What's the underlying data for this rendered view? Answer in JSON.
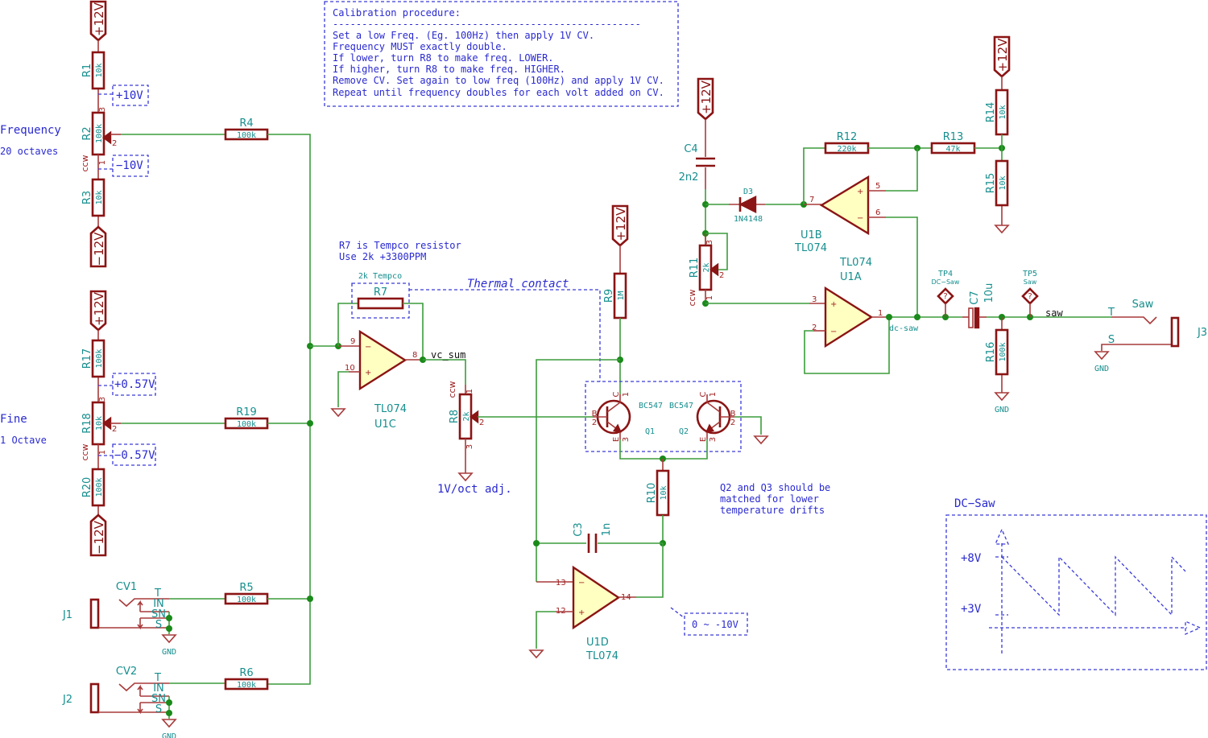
{
  "colors": {
    "wire": "#3c9c3c",
    "component": "#8b1414",
    "opamp_fill": "#ffffc2",
    "reference_text": "#168e8e",
    "note_text": "#2a2ad0"
  },
  "power": {
    "pos": "+12V",
    "neg": "−12V",
    "gnd": "GND"
  },
  "symbols": {
    "plus": "+",
    "minus": "−"
  },
  "pot_ccw": "ccw",
  "controls": {
    "frequency": "Frequency",
    "frequency_range": "20 octaves",
    "fine": "Fine",
    "fine_range": "1 Octave"
  },
  "voltage_labels": {
    "p10": "+10V",
    "m10": "−10V",
    "p057": "+0.57V",
    "m057": "−0.57V"
  },
  "nets": {
    "vc_sum": "vc_sum",
    "dc_saw": "dc-saw",
    "saw": "saw"
  },
  "notes": {
    "calibration": [
      "Calibration procedure:",
      "-----------------------------------------------------",
      "Set a low Freq. (Eg. 100Hz) then apply 1V CV.",
      "Frequency MUST exactly double.",
      "If lower, turn R8 to make freq. LOWER.",
      "If higher, turn R8 to make freq. HIGHER.",
      "Remove CV. Set again to low freq (100Hz) and apply 1V CV.",
      "Repeat until frequency doubles for each volt added on CV."
    ],
    "tempco": [
      "R7 is Tempco resistor",
      "Use 2k +3300PPM"
    ],
    "tempco_box": "2k Tempco",
    "thermal": "Thermal contact",
    "matching": [
      "Q2 and Q3 should be",
      "matched for lower",
      "temperature drifts"
    ],
    "voct": "1V/oct adj.",
    "range": "0 ~ -10V"
  },
  "components": {
    "R1": {
      "ref": "R1",
      "value": "10k"
    },
    "R2": {
      "ref": "R2",
      "value": "100k",
      "pins": [
        "3",
        "2",
        "1"
      ]
    },
    "R3": {
      "ref": "R3",
      "value": "10k"
    },
    "R4": {
      "ref": "R4",
      "value": "100k"
    },
    "R5": {
      "ref": "R5",
      "value": "100k"
    },
    "R6": {
      "ref": "R6",
      "value": "100k"
    },
    "R7": {
      "ref": "R7",
      "value": ""
    },
    "R8": {
      "ref": "R8",
      "value": "2k",
      "pins": [
        "1",
        "2",
        "3"
      ]
    },
    "R9": {
      "ref": "R9",
      "value": "1M"
    },
    "R10": {
      "ref": "R10",
      "value": "10k"
    },
    "R11": {
      "ref": "R11",
      "value": "2k",
      "pins": [
        "3",
        "2",
        "1"
      ]
    },
    "R12": {
      "ref": "R12",
      "value": "220k"
    },
    "R13": {
      "ref": "R13",
      "value": "47k"
    },
    "R14": {
      "ref": "R14",
      "value": "10k"
    },
    "R15": {
      "ref": "R15",
      "value": "10k"
    },
    "R16": {
      "ref": "R16",
      "value": "100k"
    },
    "R17": {
      "ref": "R17",
      "value": "100k"
    },
    "R18": {
      "ref": "R18",
      "value": "10k",
      "pins": [
        "3",
        "2",
        "1"
      ]
    },
    "R19": {
      "ref": "R19",
      "value": "100k"
    },
    "R20": {
      "ref": "R20",
      "value": "100k"
    },
    "C3": {
      "ref": "C3",
      "value": "1n"
    },
    "C4": {
      "ref": "C4",
      "value": "2n2"
    },
    "C7": {
      "ref": "C7",
      "value": "10u"
    },
    "D3": {
      "ref": "D3",
      "value": "1N4148"
    },
    "Q1": {
      "ref": "Q1",
      "value": "BC547",
      "pins": [
        "C",
        "1",
        "B",
        "2",
        "E",
        "3"
      ]
    },
    "Q2": {
      "ref": "Q2",
      "value": "BC547",
      "pins": [
        "C",
        "1",
        "B",
        "2",
        "E",
        "3"
      ]
    },
    "U1A": {
      "ref": "U1A",
      "value": "TL074",
      "pins": [
        "3",
        "2",
        "1"
      ]
    },
    "U1B": {
      "ref": "U1B",
      "value": "TL074",
      "pins": [
        "5",
        "6",
        "7"
      ]
    },
    "U1C": {
      "ref": "U1C",
      "value": "TL074",
      "pins": [
        "9",
        "10",
        "8"
      ]
    },
    "U1D": {
      "ref": "U1D",
      "value": "TL074",
      "pins": [
        "13",
        "12",
        "14"
      ]
    },
    "J1": {
      "ref": "J1",
      "value": "CV1",
      "pins": [
        "T",
        "IN",
        "SN",
        "S"
      ]
    },
    "J2": {
      "ref": "J2",
      "value": "CV2",
      "pins": [
        "T",
        "IN",
        "SN",
        "S"
      ]
    },
    "J3": {
      "ref": "J3",
      "value": "Saw",
      "pins": [
        "T",
        "S"
      ]
    },
    "TP4": {
      "ref": "TP4",
      "value": "DC−Saw"
    },
    "TP5": {
      "ref": "TP5",
      "value": "Saw"
    }
  },
  "waveform": {
    "title": "DC−Saw",
    "y_labels": [
      "+8V",
      "+3V"
    ],
    "shape": "sawtooth"
  }
}
